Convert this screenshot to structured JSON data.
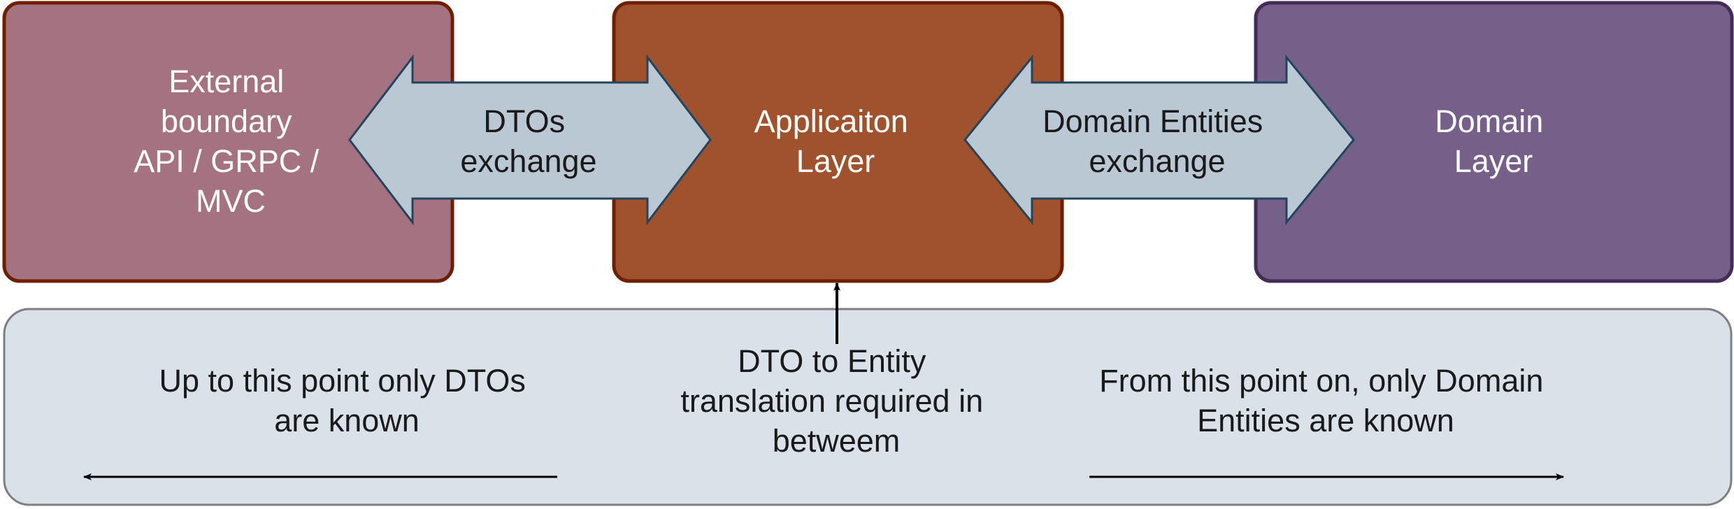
{
  "boxes": {
    "external": {
      "lines": [
        "External",
        "boundary",
        "API / GRPC /",
        "MVC"
      ],
      "fill": "#A57281",
      "stroke": "#6D1F00"
    },
    "application": {
      "lines": [
        "Applicaiton",
        "Layer"
      ],
      "fill": "#A0522D",
      "stroke": "#6D1F00"
    },
    "domain": {
      "lines": [
        "Domain",
        "Layer"
      ],
      "fill": "#76608A",
      "stroke": "#432D57"
    }
  },
  "exchanges": {
    "dtos": {
      "lines": [
        "DTOs",
        "exchange"
      ]
    },
    "entities": {
      "lines": [
        "Domain Entities",
        "exchange"
      ]
    },
    "fill": "#BAC8D3",
    "stroke": "#23445D"
  },
  "panel": {
    "fill": "#DAE1E8",
    "stroke": "#7F7F7F",
    "left_note": [
      "Up to this point only DTOs",
      "are known"
    ],
    "center_note": [
      "DTO to Entity",
      "translation required in",
      "betweem"
    ],
    "right_note": [
      "From this point on, only Domain",
      "Entities are known"
    ]
  }
}
